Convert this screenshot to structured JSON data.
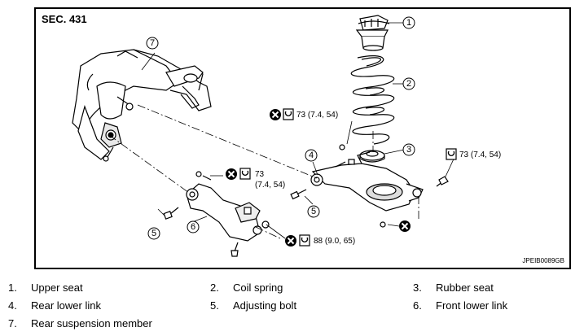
{
  "section_label": "SEC. 431",
  "image_code": "JPEIB0089GB",
  "callouts": [
    "1",
    "2",
    "3",
    "4",
    "5",
    "5",
    "6",
    "7"
  ],
  "torques": {
    "t1": "73 (7.4, 54)",
    "t2": "73 (7.4, 54)",
    "t3a": "73",
    "t3b": "(7.4, 54)",
    "t4": "88 (9.0, 65)"
  },
  "legend": [
    {
      "num": "1.",
      "text": "Upper seat"
    },
    {
      "num": "2.",
      "text": "Coil spring"
    },
    {
      "num": "3.",
      "text": "Rubber seat"
    },
    {
      "num": "4.",
      "text": "Rear lower link"
    },
    {
      "num": "5.",
      "text": "Adjusting bolt"
    },
    {
      "num": "6.",
      "text": "Front lower link"
    },
    {
      "num": "7.",
      "text": "Rear suspension member"
    }
  ],
  "icons": {
    "do_not_reuse": "circle-x-icon",
    "torque": "torque-wrench-icon"
  }
}
